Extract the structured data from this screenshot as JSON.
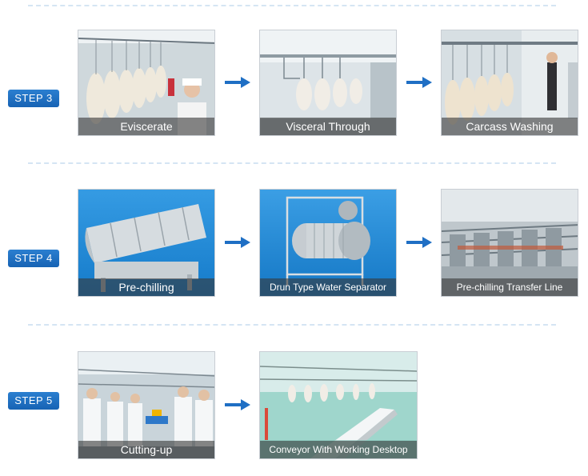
{
  "steps": [
    {
      "label": "STEP 3",
      "items": [
        {
          "caption": "Eviscerate"
        },
        {
          "caption": "Visceral Through"
        },
        {
          "caption": "Carcass Washing"
        }
      ]
    },
    {
      "label": "STEP 4",
      "items": [
        {
          "caption": "Pre-chilling"
        },
        {
          "caption": "Drun Type Water Separator"
        },
        {
          "caption": "Pre-chilling Transfer Line"
        }
      ]
    },
    {
      "label": "STEP 5",
      "items": [
        {
          "caption": "Cutting-up"
        },
        {
          "caption": "Conveyor With Working Desktop"
        }
      ]
    }
  ],
  "colors": {
    "badge": "#1f6fc4",
    "arrow": "#1f6fc4",
    "divider": "#d5e5f3"
  },
  "icons": {
    "arrow": "right-arrow-icon"
  }
}
